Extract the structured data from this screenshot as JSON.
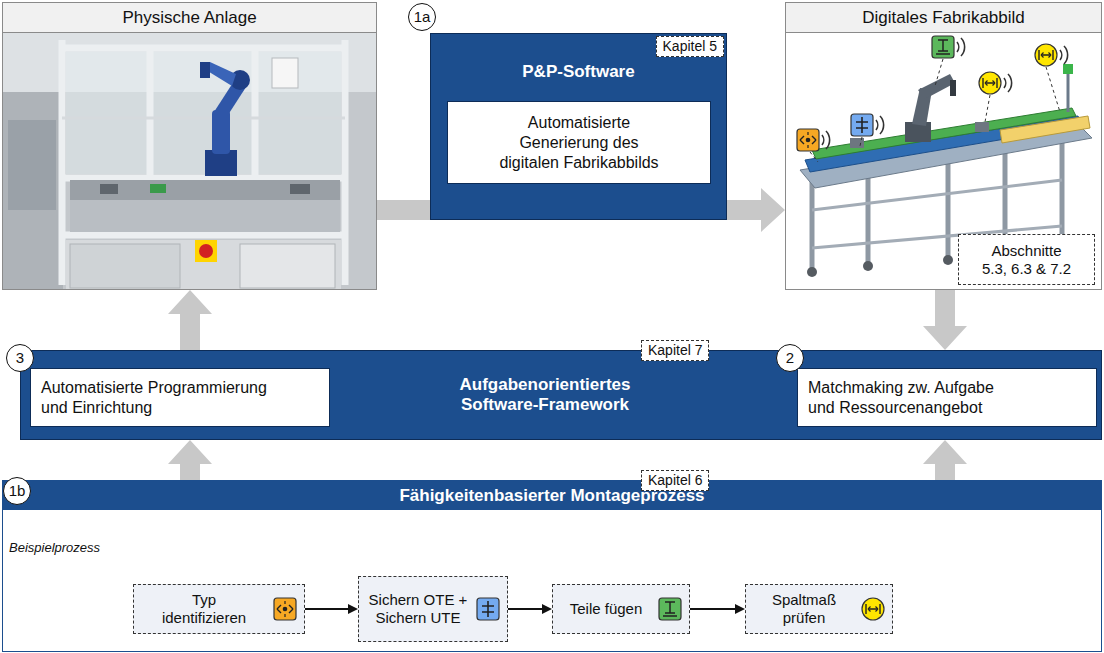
{
  "diagram": {
    "nodes": [
      {
        "text": [
          "Physische Anlage"
        ]
      },
      {
        "text": [
          "P&P-Software"
        ]
      },
      {
        "text": [
          "Automatisierte Generierung des digitalen Fabrikabbilds"
        ],
        "in": 1
      },
      {
        "text": [
          "1a"
        ]
      },
      {
        "text": [
          "Kapitel 5"
        ],
        "in": 1
      },
      {
        "text": [
          "Digitales Fabrikabbild"
        ]
      },
      {
        "text": [
          "Abschnitte 5.3, 6.3 & 7.2"
        ],
        "in": 5
      },
      {
        "text": [
          "Aufgabenorientiertes Software-Framework"
        ]
      },
      {
        "text": [
          "Kapitel 7"
        ],
        "in": 7
      },
      {
        "text": [
          "3"
        ]
      },
      {
        "text": [
          "Automatisierte Programmierung und Einrichtung"
        ],
        "in": 7
      },
      {
        "text": [
          "2"
        ]
      },
      {
        "text": [
          "Matchmaking zw. Aufgabe und Ressourcenangebot"
        ],
        "in": 7
      },
      {
        "text": [
          "Fähigkeitenbasierter Montageprozess",
          "Beispielprozess"
        ]
      },
      {
        "text": [
          "1b"
        ]
      },
      {
        "text": [
          "Kapitel 6"
        ],
        "in": 13
      },
      {
        "text": [
          "Typ identifizieren"
        ],
        "in": 13
      },
      {
        "text": [
          "Sichern OTE + Sichern UTE"
        ],
        "in": 13
      },
      {
        "text": [
          "Teile fügen"
        ],
        "in": 13
      },
      {
        "text": [
          "Spaltmaß prüfen"
        ],
        "in": 13
      }
    ],
    "edges": [
      {
        "from": 0,
        "to": 5,
        "arrow": "to"
      },
      {
        "from": 5,
        "to": 7,
        "arrow": "to"
      },
      {
        "from": 13,
        "to": 7,
        "arrow": "to"
      },
      {
        "from": 7,
        "to": 0,
        "arrow": "to"
      },
      {
        "from": 13,
        "to": 7,
        "arrow": "to"
      },
      {
        "from": 16,
        "to": 17,
        "arrow": "to"
      },
      {
        "from": 17,
        "to": 18,
        "arrow": "to"
      },
      {
        "from": 18,
        "to": 19,
        "arrow": "to"
      }
    ]
  }
}
